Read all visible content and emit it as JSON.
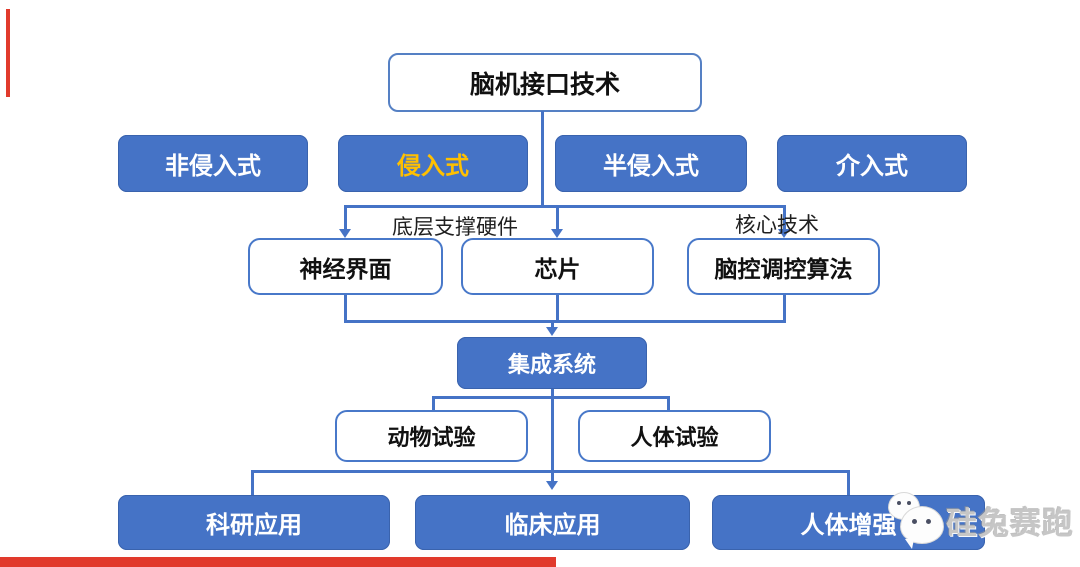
{
  "diagram": {
    "root": {
      "label": "脑机接口技术"
    },
    "types": [
      {
        "label": "非侵入式",
        "highlighted": false
      },
      {
        "label": "侵入式",
        "highlighted": true
      },
      {
        "label": "半侵入式",
        "highlighted": false
      },
      {
        "label": "介入式",
        "highlighted": false
      }
    ],
    "group_labels": {
      "hardware": "底层支撑硬件",
      "core_tech": "核心技术"
    },
    "components": [
      {
        "label": "神经界面"
      },
      {
        "label": "芯片"
      },
      {
        "label": "脑控调控算法"
      }
    ],
    "integration": {
      "label": "集成系统"
    },
    "trials": [
      {
        "label": "动物试验"
      },
      {
        "label": "人体试验"
      }
    ],
    "applications": [
      {
        "label": "科研应用"
      },
      {
        "label": "临床应用"
      },
      {
        "label": "人体增强"
      }
    ]
  },
  "watermark": {
    "name": "硅兔赛跑",
    "icon": "wechat-icon"
  },
  "colors": {
    "node_blue": "#4573C6",
    "node_border": "#4878C9",
    "highlight_text": "#FFC000",
    "connector": "#4573C6",
    "accent_red": "#E13A2C",
    "watermark_gray": "#c6c6c6"
  }
}
